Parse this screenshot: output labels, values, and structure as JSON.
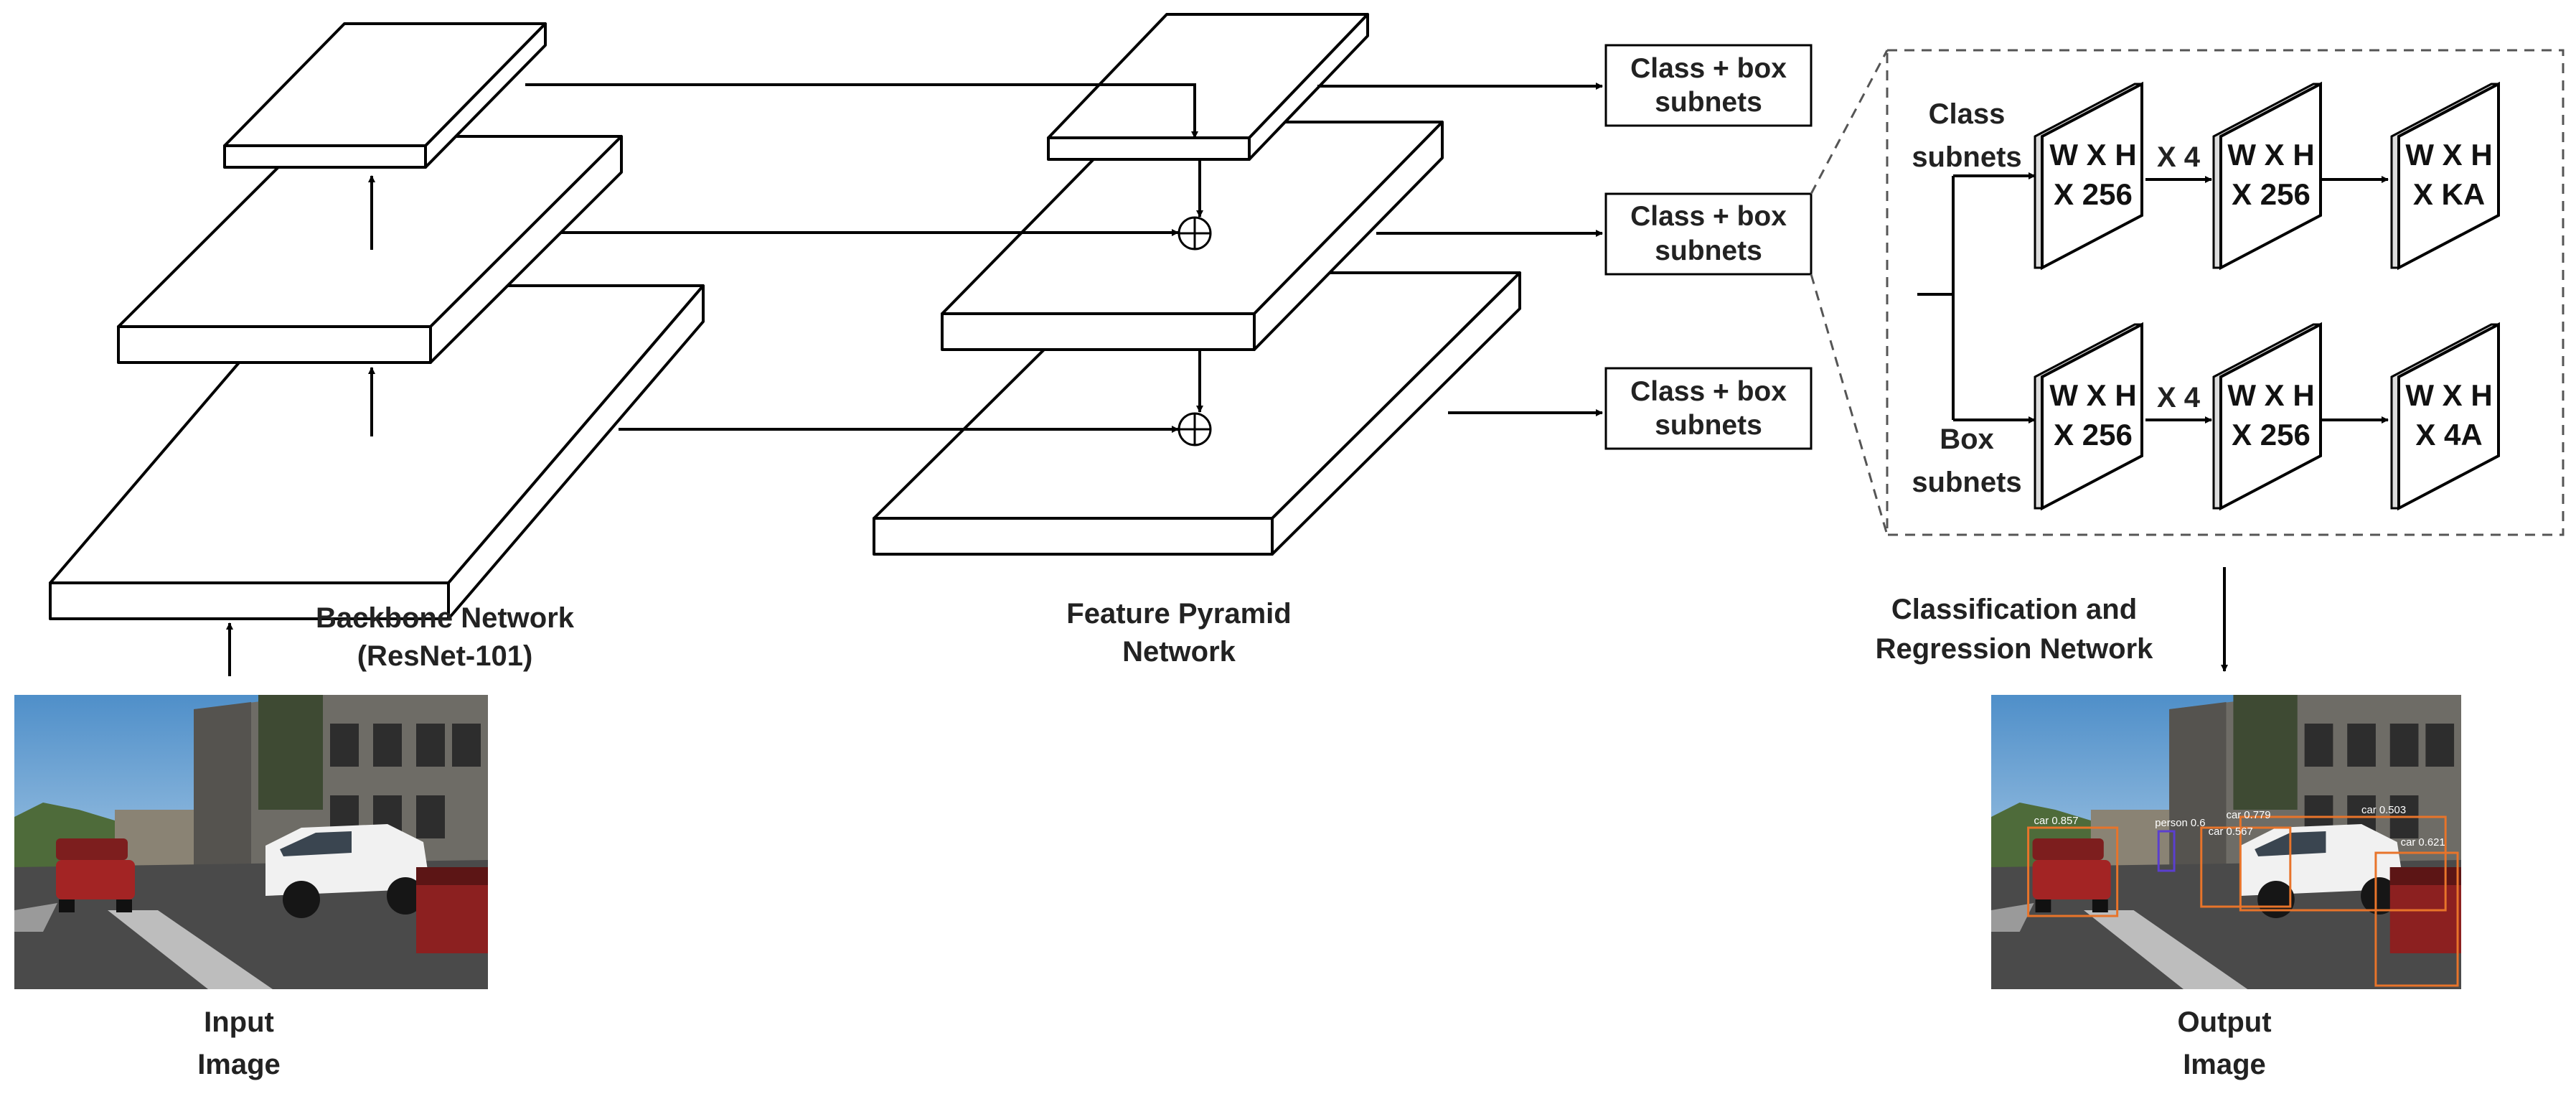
{
  "labels": {
    "backbone_line1": "Backbone Network",
    "backbone_line2": "(ResNet-101)",
    "fpn_line1": "Feature Pyramid",
    "fpn_line2": "Network",
    "cls_reg_line1": "Classification and",
    "cls_reg_line2": "Regression Network",
    "input_line1": "Input",
    "input_line2": "Image",
    "output_line1": "Output",
    "output_line2": "Image"
  },
  "subnet_boxes": [
    {
      "line1": "Class + box",
      "line2": "subnets"
    },
    {
      "line1": "Class + box",
      "line2": "subnets"
    },
    {
      "line1": "Class + box",
      "line2": "subnets"
    }
  ],
  "detail": {
    "class_branch_line1": "Class",
    "class_branch_line2": "subnets",
    "box_branch_line1": "Box",
    "box_branch_line2": "subnets",
    "repeat_label": "X 4",
    "class_planes": [
      {
        "line1": "W X H",
        "line2": "X 256"
      },
      {
        "line1": "W X H",
        "line2": "X 256"
      },
      {
        "line1": "W X H",
        "line2": "X KA"
      }
    ],
    "box_planes": [
      {
        "line1": "W X H",
        "line2": "X 256"
      },
      {
        "line1": "W X H",
        "line2": "X 256"
      },
      {
        "line1": "W X H",
        "line2": "X 4A"
      }
    ]
  },
  "detections": [
    {
      "text": "car 0.857"
    },
    {
      "text": "person 0.6"
    },
    {
      "text": "car 0.779"
    },
    {
      "text": "car 0.567"
    },
    {
      "text": "car 0.503"
    },
    {
      "text": "car 0.621"
    }
  ],
  "colors": {
    "stroke": "#000000",
    "detection_box": "#e8742a"
  }
}
